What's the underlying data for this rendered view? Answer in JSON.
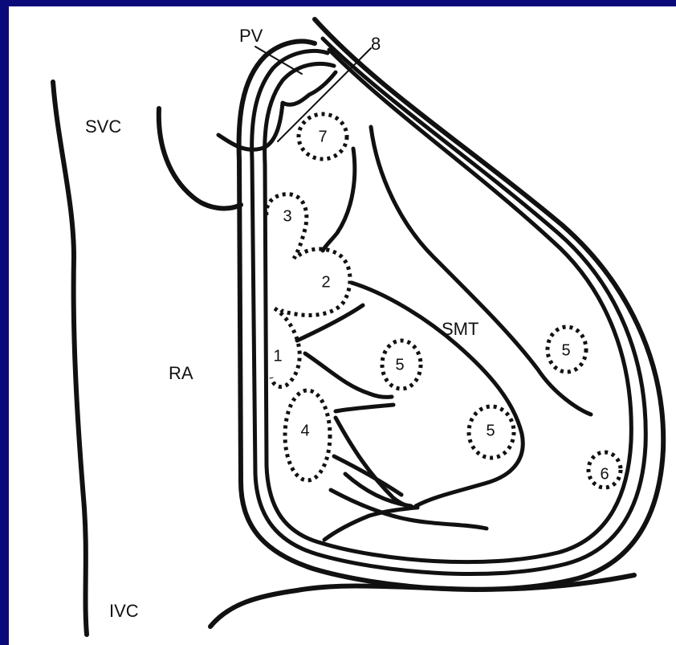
{
  "labels": {
    "svc": "SVC",
    "ra": "RA",
    "ivc": "IVC",
    "pv": "PV",
    "smt": "SMT",
    "eight": "8"
  },
  "sites": [
    {
      "id": "site-7",
      "label": "7"
    },
    {
      "id": "site-3",
      "label": "3"
    },
    {
      "id": "site-2",
      "label": "2"
    },
    {
      "id": "site-1",
      "label": "1"
    },
    {
      "id": "site-5a",
      "label": "5"
    },
    {
      "id": "site-4",
      "label": "4"
    },
    {
      "id": "site-5b",
      "label": "5"
    },
    {
      "id": "site-5c",
      "label": "5"
    },
    {
      "id": "site-6",
      "label": "6"
    }
  ],
  "colors": {
    "background": "#0a0a7a",
    "panel": "#ffffff",
    "ink": "#111111"
  }
}
